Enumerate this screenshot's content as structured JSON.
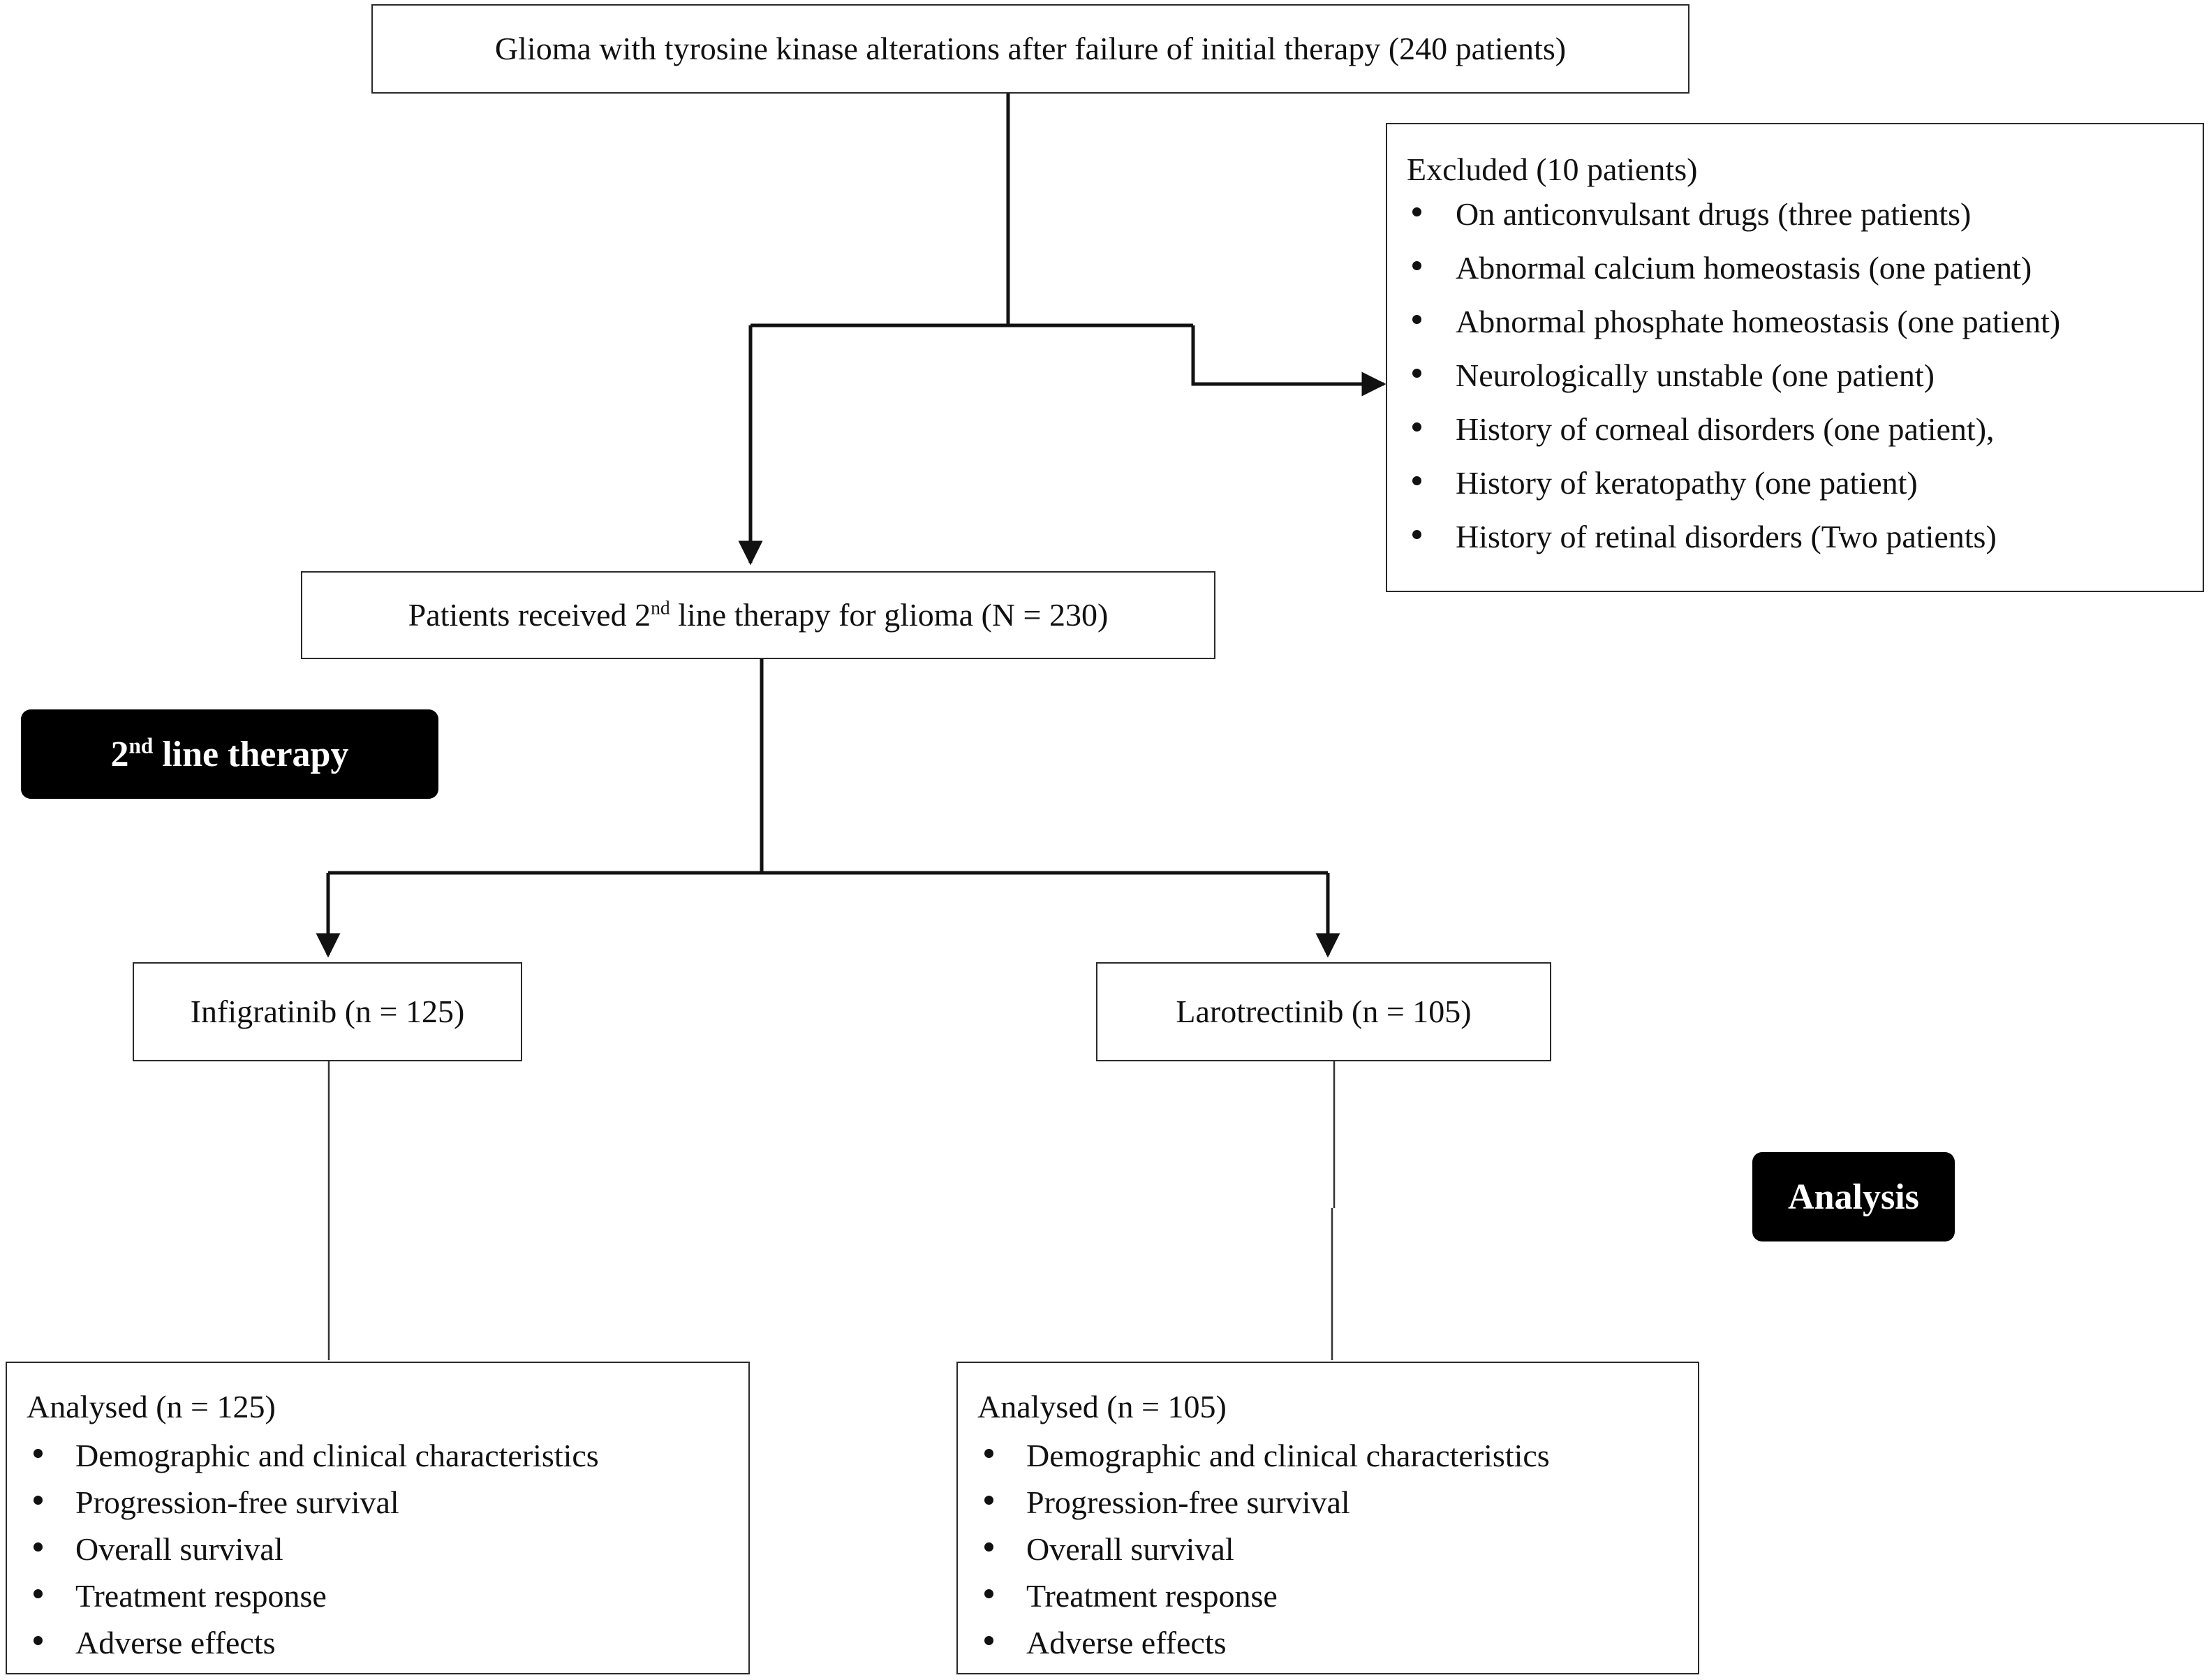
{
  "top_box": {
    "text": "Glioma with tyrosine kinase alterations after failure of initial therapy (240 patients)"
  },
  "excluded_box": {
    "title": "Excluded (10 patients)",
    "items": [
      "On anticonvulsant drugs (three patients)",
      "Abnormal calcium homeostasis (one patient)",
      "Abnormal phosphate homeostasis (one patient)",
      "Neurologically unstable (one patient)",
      "History of corneal disorders (one patient),",
      "History of keratopathy (one patient)",
      "History of retinal disorders (Two patients)"
    ]
  },
  "second_line_box": {
    "prefix": "Patients received 2",
    "sup": "nd",
    "suffix": " line therapy for glioma (N = 230)"
  },
  "stage_labels": {
    "second_line": {
      "prefix": "2",
      "sup": "nd",
      "suffix": " line therapy"
    },
    "analysis": "Analysis"
  },
  "arms": {
    "left": {
      "label": "Infigratinib (n = 125)"
    },
    "right": {
      "label": "Larotrectinib (n = 105)"
    }
  },
  "analysis_boxes": {
    "left": {
      "title": "Analysed (n = 125)",
      "items": [
        "Demographic and clinical characteristics",
        "Progression-free survival",
        "Overall survival",
        "Treatment response",
        "Adverse effects"
      ]
    },
    "right": {
      "title": "Analysed (n = 105)",
      "items": [
        "Demographic and clinical characteristics",
        "Progression-free survival",
        "Overall survival",
        "Treatment response",
        "Adverse effects"
      ]
    }
  },
  "colors": {
    "line": "#111111",
    "box_border": "#2a2a2a",
    "tag_bg": "#000000",
    "tag_text": "#ffffff"
  }
}
